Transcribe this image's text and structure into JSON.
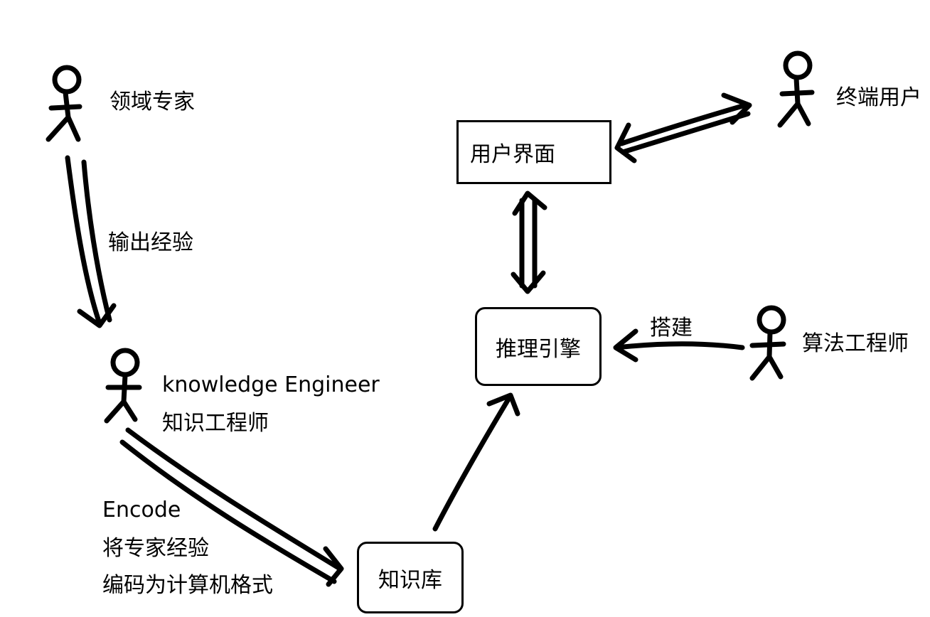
{
  "colors": {
    "ink": "#000000",
    "background": "#ffffff"
  },
  "actors": {
    "domain_expert": "领域专家",
    "end_user": "终端用户",
    "knowledge_engineer_en": "knowledge  Engineer",
    "knowledge_engineer_cn": "知识工程师",
    "algorithm_engineer": "算法工程师"
  },
  "boxes": {
    "user_interface": "用户界面",
    "inference_engine": "推理引擎",
    "knowledge_base": "知识库"
  },
  "edges": {
    "output_experience": "输出经验",
    "build": "搭建",
    "encode": {
      "line1": "Encode",
      "line2": "将专家经验",
      "line3": "编码为计算机格式"
    }
  }
}
